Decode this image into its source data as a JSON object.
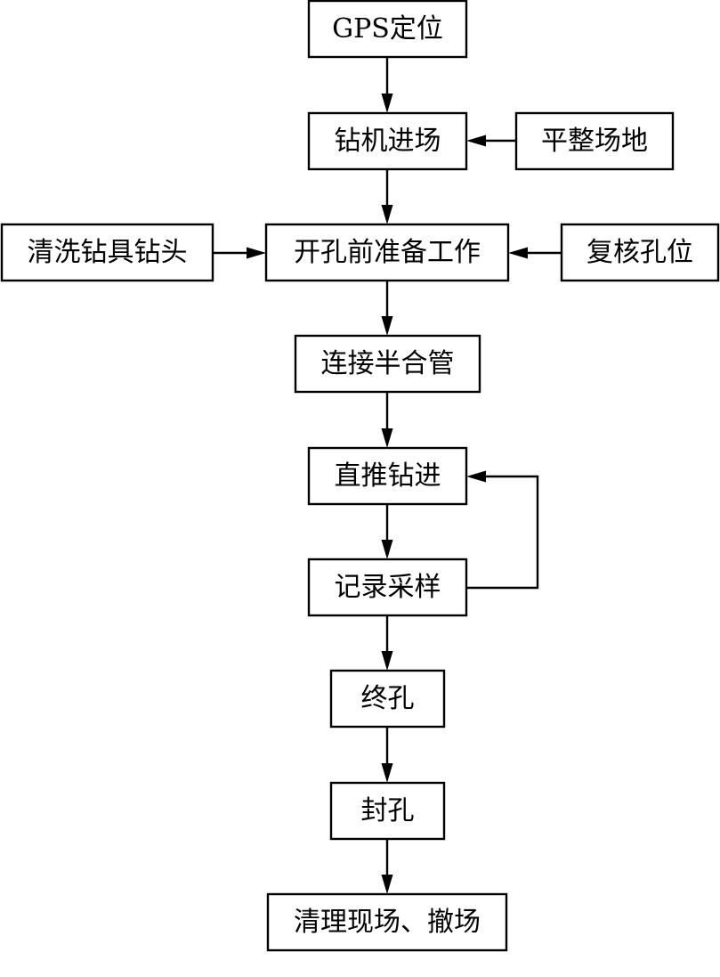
{
  "nodes": [
    {
      "id": "gps",
      "label": "GPS定位"
    },
    {
      "id": "rig-entry",
      "label": "钻机进场"
    },
    {
      "id": "level-site",
      "label": "平整场地"
    },
    {
      "id": "clean-tools",
      "label": "清洗钻具钻头"
    },
    {
      "id": "prep",
      "label": "开孔前准备工作"
    },
    {
      "id": "recheck",
      "label": "复核孔位"
    },
    {
      "id": "connect-pipe",
      "label": "连接半合管"
    },
    {
      "id": "push-drill",
      "label": "直推钻进"
    },
    {
      "id": "record-sample",
      "label": "记录采样"
    },
    {
      "id": "final-hole",
      "label": "终孔"
    },
    {
      "id": "seal-hole",
      "label": "封孔"
    },
    {
      "id": "clean-site",
      "label": "清理现场、撤场"
    }
  ],
  "edges": [
    {
      "from": "gps",
      "to": "rig-entry"
    },
    {
      "from": "level-site",
      "to": "rig-entry"
    },
    {
      "from": "rig-entry",
      "to": "prep"
    },
    {
      "from": "clean-tools",
      "to": "prep"
    },
    {
      "from": "recheck",
      "to": "prep"
    },
    {
      "from": "prep",
      "to": "connect-pipe"
    },
    {
      "from": "connect-pipe",
      "to": "push-drill"
    },
    {
      "from": "push-drill",
      "to": "record-sample"
    },
    {
      "from": "record-sample",
      "to": "push-drill"
    },
    {
      "from": "record-sample",
      "to": "final-hole"
    },
    {
      "from": "final-hole",
      "to": "seal-hole"
    },
    {
      "from": "seal-hole",
      "to": "clean-site"
    }
  ]
}
